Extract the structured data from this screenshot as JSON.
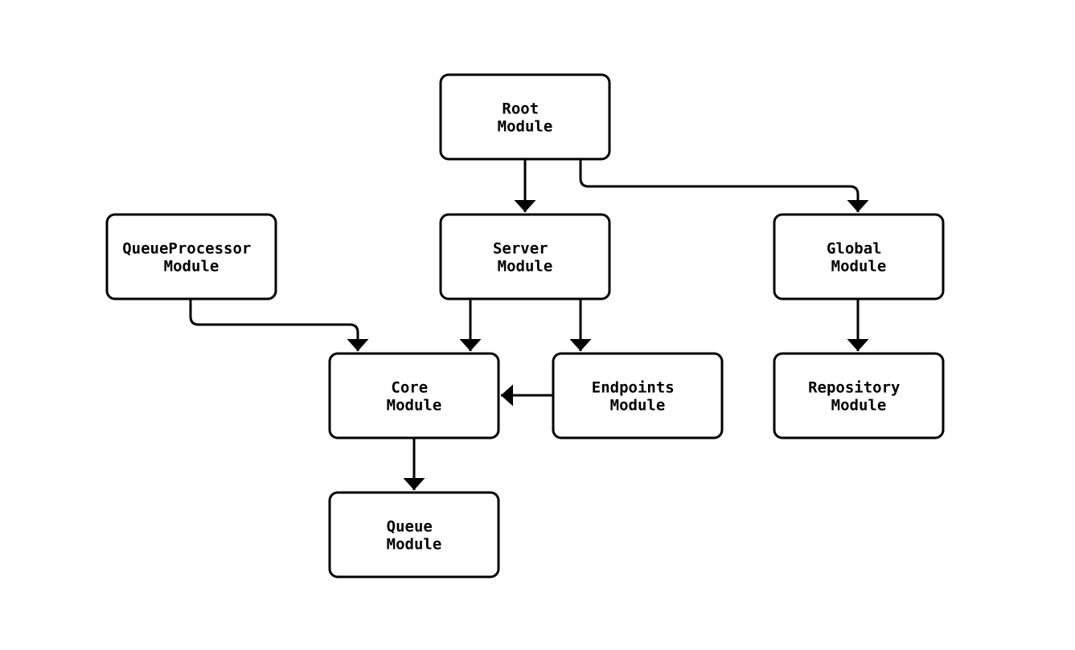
{
  "diagram": {
    "type": "flowchart",
    "description": "module-dependency-graph",
    "colors": {
      "background": "#ffffff",
      "node_fill": "#ffffff",
      "node_stroke": "#000000",
      "edge_stroke": "#000000",
      "text": "#000000"
    },
    "nodes": [
      {
        "id": "root",
        "lines": [
          "Root",
          "Module"
        ]
      },
      {
        "id": "server",
        "lines": [
          "Server",
          "Module"
        ]
      },
      {
        "id": "global",
        "lines": [
          "Global",
          "Module"
        ]
      },
      {
        "id": "queueprocessor",
        "lines": [
          "QueueProcessor",
          "Module"
        ]
      },
      {
        "id": "core",
        "lines": [
          "Core",
          "Module"
        ]
      },
      {
        "id": "endpoints",
        "lines": [
          "Endpoints",
          "Module"
        ]
      },
      {
        "id": "repository",
        "lines": [
          "Repository",
          "Module"
        ]
      },
      {
        "id": "queue",
        "lines": [
          "Queue",
          "Module"
        ]
      }
    ],
    "edges": [
      {
        "from": "root",
        "to": "server"
      },
      {
        "from": "root",
        "to": "global"
      },
      {
        "from": "queueprocessor",
        "to": "core"
      },
      {
        "from": "server",
        "to": "core"
      },
      {
        "from": "server",
        "to": "endpoints"
      },
      {
        "from": "endpoints",
        "to": "core"
      },
      {
        "from": "global",
        "to": "repository"
      },
      {
        "from": "core",
        "to": "queue"
      }
    ]
  }
}
